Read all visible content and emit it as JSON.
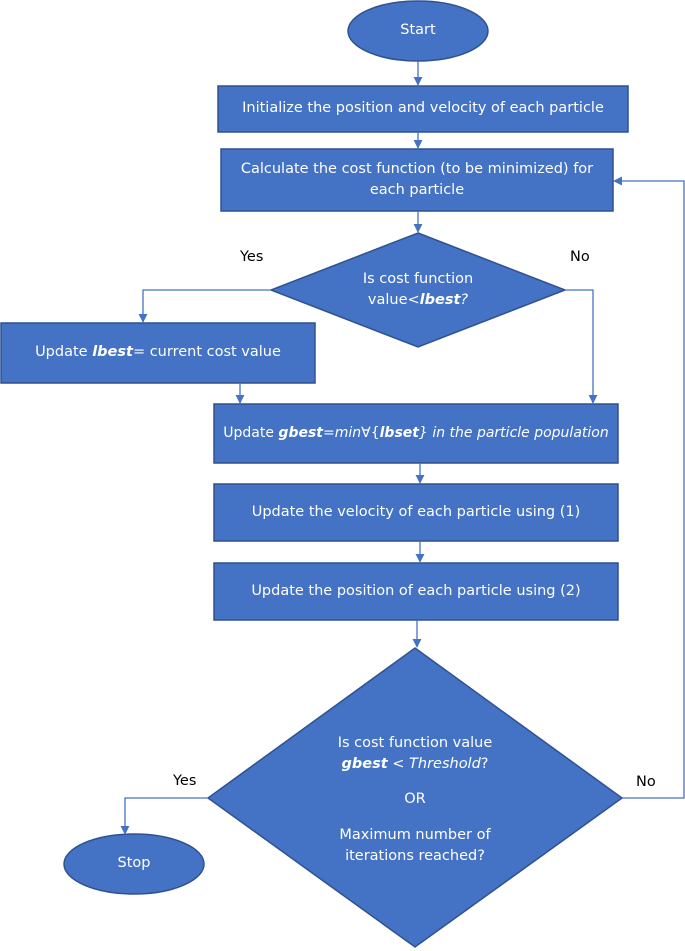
{
  "colors": {
    "fill": "#4472c4",
    "stroke": "#2f528f",
    "arrow": "#4472c4",
    "text": "#ffffff"
  },
  "nodes": {
    "start": {
      "label": "Start"
    },
    "init": {
      "label": "Initialize the position and velocity of each particle"
    },
    "calc": {
      "line1": "Calculate the cost function (to be minimized) for",
      "line2": "each particle"
    },
    "decision1": {
      "line1": "Is cost function",
      "line2_pre": "value<",
      "line2_bold": "lbest",
      "line2_post": "?"
    },
    "update_lbest": {
      "pre": "Update ",
      "bold": "lbest",
      "post": "= current cost value"
    },
    "update_gbest": {
      "pre": "Update ",
      "bold": "gbest",
      "eq": "=",
      "min": "min",
      "forall": "∀{",
      "bold2": "lbset",
      "post": "} in the particle population"
    },
    "update_velocity": {
      "label": "Update the velocity of each particle using (1)"
    },
    "update_position": {
      "label": "Update the position of each particle using (2)"
    },
    "decision2": {
      "line1": "Is cost function value",
      "line2_bold": "gbest",
      "line2_mid": " < ",
      "line2_italic": "Threshold",
      "line2_post": "?",
      "line3": "OR",
      "line4": "Maximum number of",
      "line5": "iterations reached?"
    },
    "stop": {
      "label": "Stop"
    }
  },
  "edge_labels": {
    "d1_yes": "Yes",
    "d1_no": "No",
    "d2_yes": "Yes",
    "d2_no": "No"
  }
}
